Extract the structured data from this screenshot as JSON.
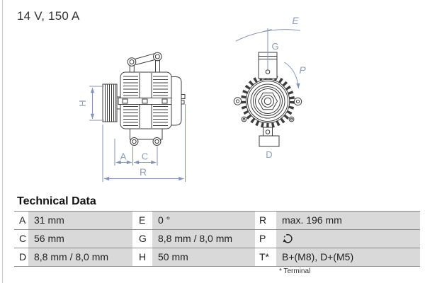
{
  "page": {
    "title": "14 V, 150 A"
  },
  "colors": {
    "dimension_blue": "#8494b6",
    "drawing_gray": "#3d3d3d",
    "cell_gray": "#d9d9d9",
    "rule_gray": "#8a8a8a"
  },
  "drawings": {
    "side_view": {
      "h_label": "H",
      "a_label": "A",
      "c_label": "C",
      "r_label": "R"
    },
    "front_view": {
      "e_label": "E",
      "g_label": "G",
      "p_label": "P",
      "d_label": "D"
    }
  },
  "table": {
    "heading": "Technical Data",
    "rows": [
      {
        "c1_key": "A",
        "c1_val": "31 mm",
        "c2_key": "E",
        "c2_val": "0 °",
        "c3_key": "R",
        "c3_val": "max. 196 mm"
      },
      {
        "c1_key": "C",
        "c1_val": "56 mm",
        "c2_key": "G",
        "c2_val": "8,8 mm / 8,0 mm",
        "c3_key": "P",
        "c3_val": "",
        "c3_icon": "rotation-direction"
      },
      {
        "c1_key": "D",
        "c1_val": "8,8 mm / 8,0 mm",
        "c2_key": "H",
        "c2_val": "50 mm",
        "c3_key": "T*",
        "c3_val": "B+(M8), D+(M5)"
      }
    ],
    "footnote": "* Terminal"
  }
}
